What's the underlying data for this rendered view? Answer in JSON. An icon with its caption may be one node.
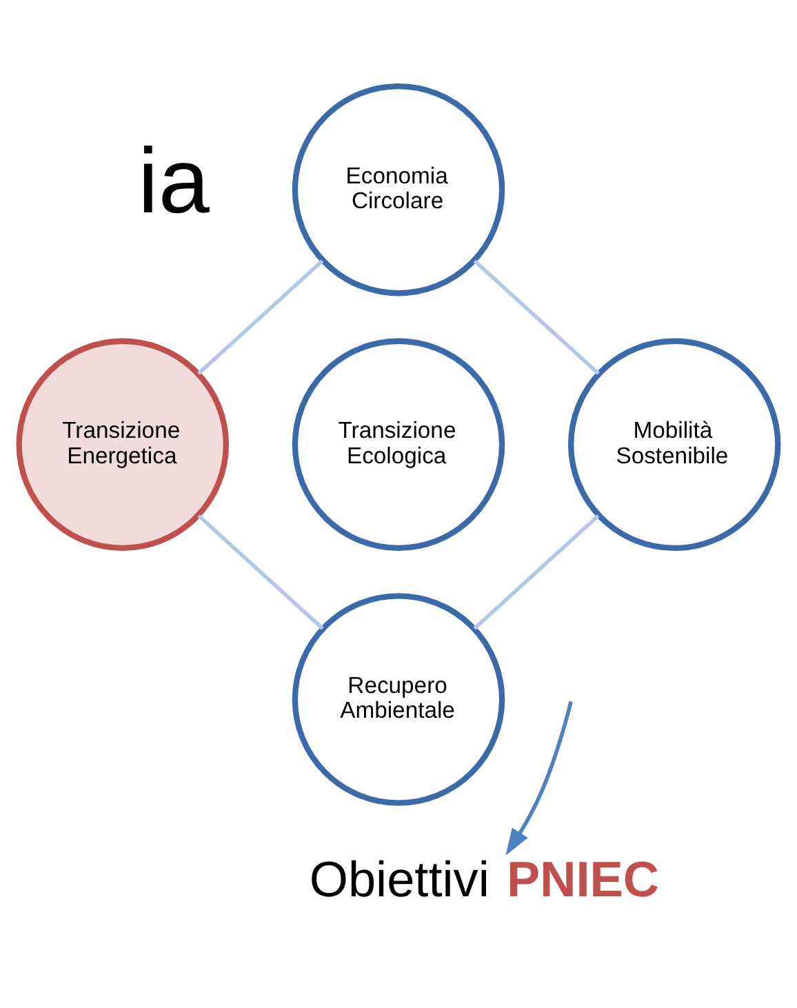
{
  "diagram": {
    "nodes": [
      {
        "text": [
          "Economia Circolare"
        ]
      },
      {
        "text": [
          "Transizione Energetica"
        ]
      },
      {
        "text": [
          "Transizione Ecologica"
        ]
      },
      {
        "text": [
          "Mobilità Sostenibile"
        ]
      },
      {
        "text": [
          "Recupero Ambientale"
        ]
      },
      {
        "text": [
          "Obiettivi **PNIEC**"
        ]
      }
    ],
    "edges": [
      {
        "from": 0,
        "to": 3,
        "arrow": "none"
      },
      {
        "from": 3,
        "to": 4,
        "arrow": "none"
      },
      {
        "from": 4,
        "to": 1,
        "arrow": "none"
      },
      {
        "from": 1,
        "to": 0,
        "arrow": "none"
      },
      {
        "from": null,
        "to": 5,
        "arrow": "to",
        "color": "#4f81bd"
      }
    ],
    "labels": [
      "ia"
    ]
  }
}
